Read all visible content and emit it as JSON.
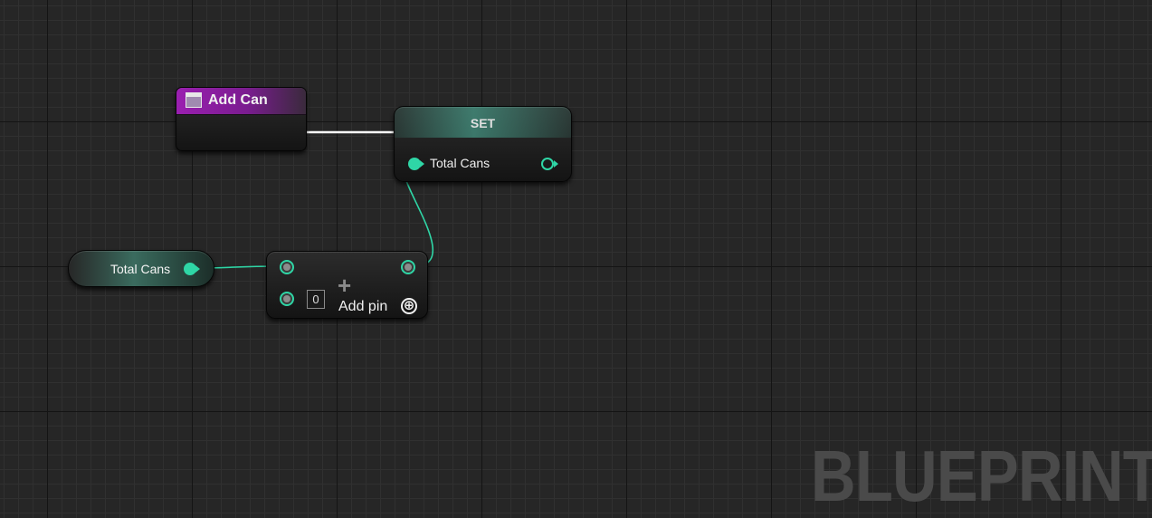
{
  "graph": {
    "watermark": "BLUEPRINT",
    "colors": {
      "background": "#262626",
      "event_header": "#9a1fb0",
      "data_pin_integer": "#2fd6a6",
      "exec_wire": "#ffffff",
      "data_wire": "#2fd6a6"
    }
  },
  "nodes": {
    "event": {
      "title": "Add Can",
      "icon": "event-icon"
    },
    "set": {
      "title": "SET",
      "input_label": "Total Cans"
    },
    "getter": {
      "label": "Total Cans"
    },
    "add": {
      "symbol": "+",
      "default_value": "0",
      "add_pin_label": "Add pin",
      "add_pin_icon": "⊕"
    }
  }
}
